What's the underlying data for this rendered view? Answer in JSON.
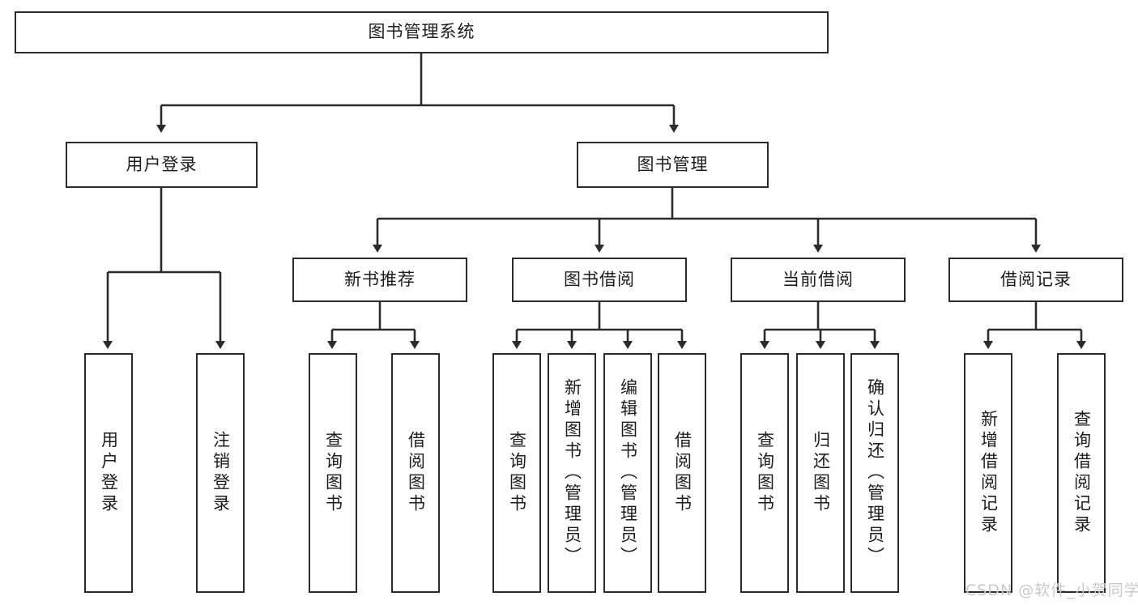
{
  "diagram": {
    "type": "tree-hierarchy-chart",
    "title": "图书管理系统",
    "orientation": "top-down",
    "background_color": "#ffffff",
    "line_color": "#2b2b2b",
    "box_border_color": "#2b2b2b",
    "text_color": "#1c1c1c"
  },
  "root": {
    "label": "图书管理系统"
  },
  "level2": [
    {
      "label": "用户登录"
    },
    {
      "label": "图书管理"
    }
  ],
  "level3": [
    {
      "label": "新书推荐"
    },
    {
      "label": "图书借阅"
    },
    {
      "label": "当前借阅"
    },
    {
      "label": "借阅记录"
    }
  ],
  "leaves": {
    "user_login": [
      {
        "label": "用户登录"
      },
      {
        "label": "注销登录"
      }
    ],
    "new_book_recommend": [
      {
        "label": "查询图书"
      },
      {
        "label": "借阅图书"
      }
    ],
    "book_borrow": [
      {
        "label": "查询图书"
      },
      {
        "label": "新增图书（管理员）"
      },
      {
        "label": "编辑图书（管理员）"
      },
      {
        "label": "借阅图书"
      }
    ],
    "current_borrow": [
      {
        "label": "查询图书"
      },
      {
        "label": "归还图书"
      },
      {
        "label": "确认归还（管理员）"
      }
    ],
    "borrow_record": [
      {
        "label": "新增借阅记录"
      },
      {
        "label": "查询借阅记录"
      }
    ]
  },
  "watermark": {
    "text": "CSDN @软件_小贺同学"
  }
}
